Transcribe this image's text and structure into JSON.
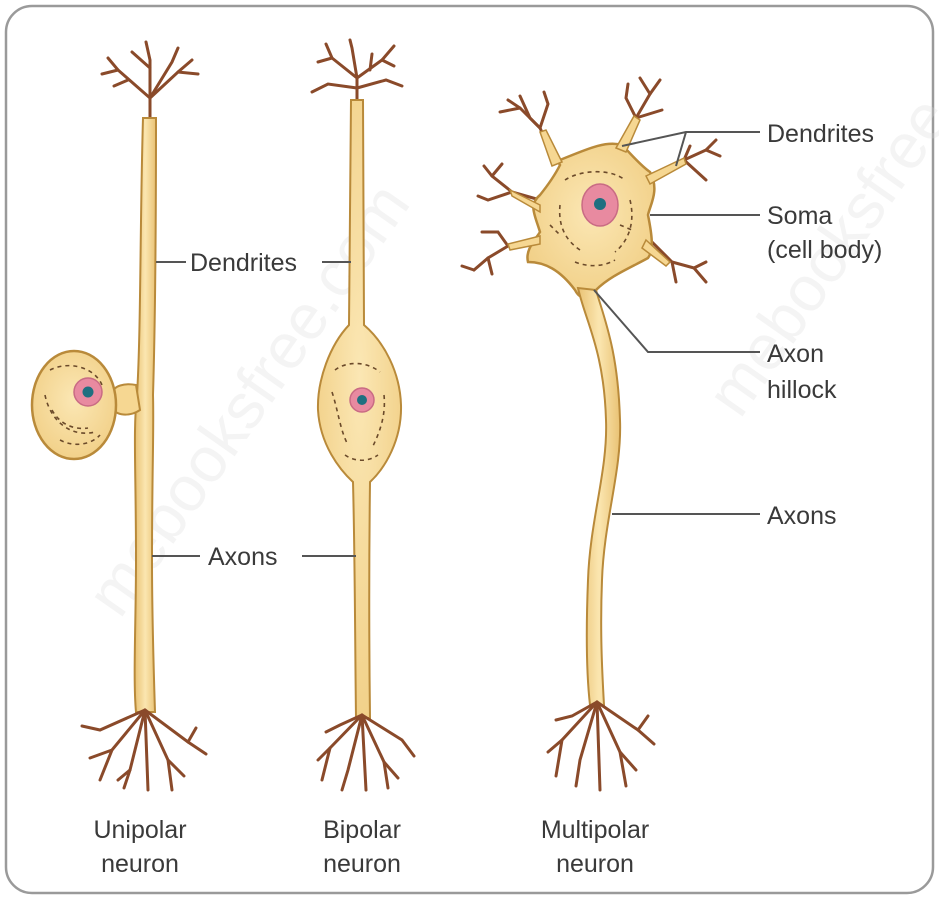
{
  "neurons": {
    "unipolar": {
      "caption_line1": "Unipolar",
      "caption_line2": "neuron"
    },
    "bipolar": {
      "caption_line1": "Bipolar",
      "caption_line2": "neuron"
    },
    "multipolar": {
      "caption_line1": "Multipolar",
      "caption_line2": "neuron"
    }
  },
  "labels": {
    "dendrites_center": "Dendrites",
    "axons_center": "Axons",
    "dendrites_right": "Dendrites",
    "soma_line1": "Soma",
    "soma_line2": "(cell body)",
    "hillock_line1": "Axon",
    "hillock_line2": "hillock",
    "axons_right": "Axons"
  },
  "watermark": "mebooksfree.com",
  "colors": {
    "cell_fill": "#f7dc9c",
    "cell_outline": "#b98a3a",
    "dendrite_brown": "#8a4a2a",
    "nucleus_pink": "#e88aa0",
    "nucleolus_teal": "#1f6f80",
    "leader_line": "#555555",
    "frame": "#9a9a9a"
  }
}
